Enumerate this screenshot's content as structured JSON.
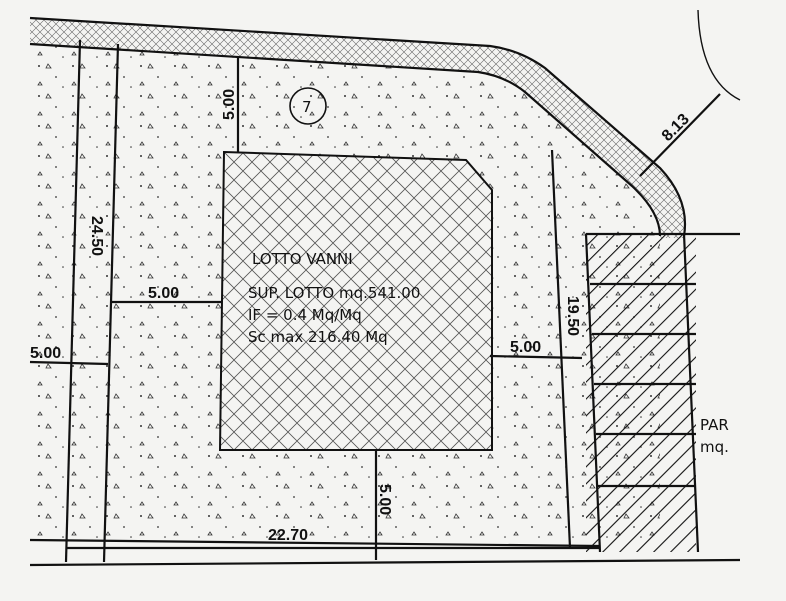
{
  "plan": {
    "lot_number": "7",
    "lot_name": "LOTTO  VANNI",
    "lot_surface": "SUP. LOTTO  mq.541.00",
    "index": "IF = 0.4 Mq/Mq",
    "coverage": "Sc max 216.40 Mq",
    "adjacent_label_1": "PAR",
    "adjacent_label_2": "mq.",
    "dimensions": {
      "depth_left": "24.50",
      "setback_top": "5.00",
      "setback_left": "5.00",
      "setback_left_outer": "5.00",
      "setback_right": "5.00",
      "setback_bottom": "5.00",
      "depth_right": "19.50",
      "width_bottom": "22.70",
      "road_offset": "8.13"
    }
  }
}
